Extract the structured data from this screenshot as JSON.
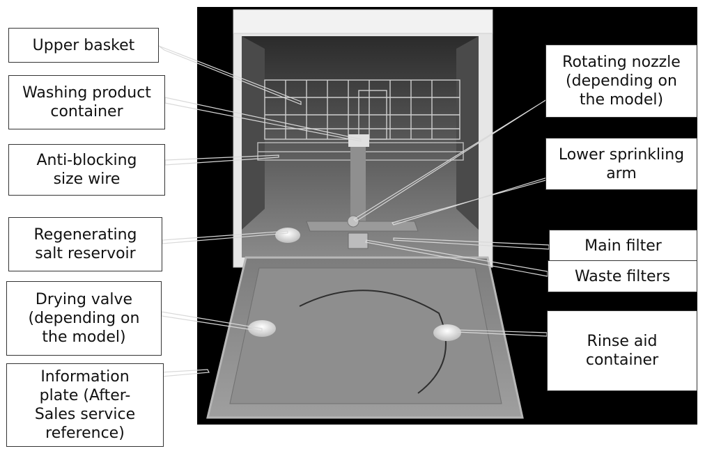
{
  "labels": {
    "upper_basket": "Upper basket",
    "washing_product_container": "Washing product\ncontainer",
    "anti_blocking_size_wire": "Anti-blocking\nsize wire",
    "regenerating_salt_reservoir": "Regenerating\nsalt reservoir",
    "drying_valve": "Drying valve\n(depending on\nthe model)",
    "information_plate": "Information\nplate (After-\nSales service\nreference)",
    "rotating_nozzle": "Rotating nozzle\n(depending  on\nthe model)",
    "lower_sprinkling_arm": "Lower sprinkling\narm",
    "main_filter": "Main filter",
    "waste_filters": "Waste filters",
    "rinse_aid_container": "Rinse aid\ncontainer"
  },
  "colors": {
    "background": "#000000",
    "label_border": "#333333",
    "leader_line": "#d9d9d9"
  }
}
